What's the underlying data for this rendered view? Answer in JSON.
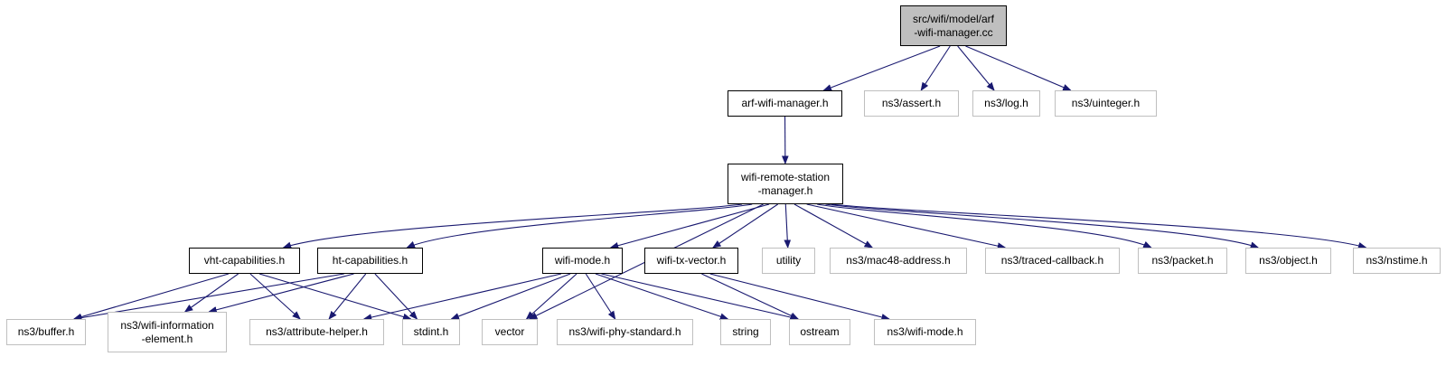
{
  "colors": {
    "edge": "#191970",
    "root_fill": "#bfbfbf",
    "documented_border": "#000000",
    "undocumented_border": "#bfbfbf"
  },
  "nodes": [
    {
      "id": "root",
      "lines": [
        "src/wifi/model/arf",
        "-wifi-manager.cc"
      ],
      "kind": "root"
    },
    {
      "id": "arf",
      "lines": [
        "arf-wifi-manager.h"
      ],
      "kind": "doc"
    },
    {
      "id": "assert",
      "lines": [
        "ns3/assert.h"
      ],
      "kind": "ext"
    },
    {
      "id": "log",
      "lines": [
        "ns3/log.h"
      ],
      "kind": "ext"
    },
    {
      "id": "uinteger",
      "lines": [
        "ns3/uinteger.h"
      ],
      "kind": "ext"
    },
    {
      "id": "wrsm",
      "lines": [
        "wifi-remote-station",
        "-manager.h"
      ],
      "kind": "doc"
    },
    {
      "id": "vht",
      "lines": [
        "vht-capabilities.h"
      ],
      "kind": "doc"
    },
    {
      "id": "ht",
      "lines": [
        "ht-capabilities.h"
      ],
      "kind": "doc"
    },
    {
      "id": "wmode",
      "lines": [
        "wifi-mode.h"
      ],
      "kind": "doc"
    },
    {
      "id": "txv",
      "lines": [
        "wifi-tx-vector.h"
      ],
      "kind": "doc"
    },
    {
      "id": "utility",
      "lines": [
        "utility"
      ],
      "kind": "ext"
    },
    {
      "id": "mac48",
      "lines": [
        "ns3/mac48-address.h"
      ],
      "kind": "ext"
    },
    {
      "id": "traced",
      "lines": [
        "ns3/traced-callback.h"
      ],
      "kind": "ext"
    },
    {
      "id": "packet",
      "lines": [
        "ns3/packet.h"
      ],
      "kind": "ext"
    },
    {
      "id": "object",
      "lines": [
        "ns3/object.h"
      ],
      "kind": "ext"
    },
    {
      "id": "nstime",
      "lines": [
        "ns3/nstime.h"
      ],
      "kind": "ext"
    },
    {
      "id": "buffer",
      "lines": [
        "ns3/buffer.h"
      ],
      "kind": "ext"
    },
    {
      "id": "wie",
      "lines": [
        "ns3/wifi-information",
        "-element.h"
      ],
      "kind": "ext"
    },
    {
      "id": "attr",
      "lines": [
        "ns3/attribute-helper.h"
      ],
      "kind": "ext"
    },
    {
      "id": "stdint",
      "lines": [
        "stdint.h"
      ],
      "kind": "ext"
    },
    {
      "id": "vector",
      "lines": [
        "vector"
      ],
      "kind": "ext"
    },
    {
      "id": "phystd",
      "lines": [
        "ns3/wifi-phy-standard.h"
      ],
      "kind": "ext"
    },
    {
      "id": "string",
      "lines": [
        "string"
      ],
      "kind": "ext"
    },
    {
      "id": "ostream",
      "lines": [
        "ostream"
      ],
      "kind": "ext"
    },
    {
      "id": "nswmode",
      "lines": [
        "ns3/wifi-mode.h"
      ],
      "kind": "ext"
    }
  ],
  "edges": [
    {
      "from": "root",
      "to": "arf"
    },
    {
      "from": "root",
      "to": "assert"
    },
    {
      "from": "root",
      "to": "log"
    },
    {
      "from": "root",
      "to": "uinteger"
    },
    {
      "from": "arf",
      "to": "wrsm"
    },
    {
      "from": "wrsm",
      "to": "vht"
    },
    {
      "from": "wrsm",
      "to": "ht"
    },
    {
      "from": "wrsm",
      "to": "vector"
    },
    {
      "from": "wrsm",
      "to": "wmode"
    },
    {
      "from": "wrsm",
      "to": "txv"
    },
    {
      "from": "wrsm",
      "to": "utility"
    },
    {
      "from": "wrsm",
      "to": "mac48"
    },
    {
      "from": "wrsm",
      "to": "traced"
    },
    {
      "from": "wrsm",
      "to": "packet"
    },
    {
      "from": "wrsm",
      "to": "object"
    },
    {
      "from": "wrsm",
      "to": "nstime"
    },
    {
      "from": "vht",
      "to": "buffer"
    },
    {
      "from": "vht",
      "to": "wie"
    },
    {
      "from": "vht",
      "to": "attr"
    },
    {
      "from": "vht",
      "to": "stdint"
    },
    {
      "from": "ht",
      "to": "buffer"
    },
    {
      "from": "ht",
      "to": "wie"
    },
    {
      "from": "ht",
      "to": "attr"
    },
    {
      "from": "ht",
      "to": "stdint"
    },
    {
      "from": "wmode",
      "to": "attr"
    },
    {
      "from": "wmode",
      "to": "stdint"
    },
    {
      "from": "wmode",
      "to": "vector"
    },
    {
      "from": "wmode",
      "to": "phystd"
    },
    {
      "from": "wmode",
      "to": "string"
    },
    {
      "from": "wmode",
      "to": "ostream"
    },
    {
      "from": "txv",
      "to": "ostream"
    },
    {
      "from": "txv",
      "to": "nswmode"
    }
  ]
}
